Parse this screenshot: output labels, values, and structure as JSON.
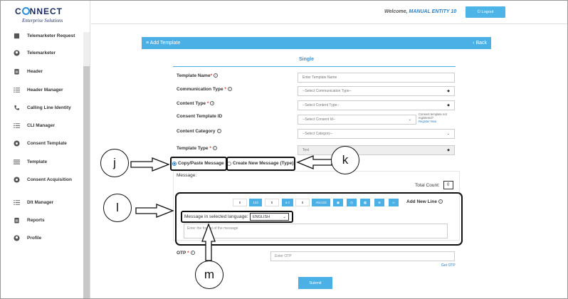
{
  "brand": {
    "name_prefix": "C",
    "name_suffix": "NNECT",
    "tagline": "Enterprise Solutions"
  },
  "header": {
    "welcome_text": "Welcome,",
    "user_name": "MANUAL ENTITY 10",
    "logout_label": "Logout"
  },
  "sidebar": {
    "items": [
      {
        "label": "Telemarketer Request",
        "icon": "check-square-icon"
      },
      {
        "label": "Telemarketer",
        "icon": "user-icon"
      },
      {
        "label": "Header",
        "icon": "clipboard-icon"
      },
      {
        "label": "Header Manager",
        "icon": "list-icon"
      },
      {
        "label": "Calling Line Identity",
        "icon": "phone-icon"
      },
      {
        "label": "CLI Manager",
        "icon": "list-icon"
      },
      {
        "label": "Consent Template",
        "icon": "gear-icon"
      },
      {
        "label": "Template",
        "icon": "menu-icon"
      },
      {
        "label": "Consent Acquisition",
        "icon": "gear-icon"
      },
      {
        "label": "Dlt Manager",
        "icon": "list-icon"
      },
      {
        "label": "Reports",
        "icon": "clipboard-icon"
      },
      {
        "label": "Profile",
        "icon": "user-icon"
      }
    ]
  },
  "panel": {
    "title": "Add Template",
    "back_label": "Back",
    "tab_label": "Single"
  },
  "form": {
    "template_name": {
      "label": "Template Name",
      "required": "*",
      "placeholder": "Enter Template Name"
    },
    "communication_type": {
      "label": "Communication Type",
      "required": "*",
      "value": "--Select Communication Type--"
    },
    "content_type": {
      "label": "Content Type",
      "required": "*",
      "value": "--Select Content Type--"
    },
    "consent_template_id": {
      "label": "Consent Template ID",
      "value": "--Select Consent Id--",
      "note": "Consent template not registered?",
      "register_link": "Register Now"
    },
    "content_category": {
      "label": "Content Category",
      "value": "--Select Category--"
    },
    "template_type": {
      "label": "Template Type",
      "required": "*",
      "value": "Text"
    },
    "radio_copy_paste": "Copy/Paste Message",
    "radio_create_new": "Create New Message (Type)",
    "message_label": "Message:",
    "total_count_label": "Total Count:",
    "total_count_value": "0",
    "toolbar": [
      "5",
      "123",
      "5",
      "a-z",
      "5",
      "Abc123",
      "date",
      "time",
      "grid",
      "globe",
      "link"
    ],
    "add_new_line": "Add New Line",
    "language_label": "Message in selected language:",
    "language_value": "ENGLISH",
    "message_placeholder": "Enter the format of the message",
    "otp_label": "OTP",
    "otp_required": "*",
    "otp_placeholder": "Enter OTP",
    "get_otp": "Get OTP",
    "submit_label": "Submit"
  },
  "annotations": {
    "j": "j",
    "k": "k",
    "l": "l",
    "m": "m"
  },
  "colors": {
    "accent": "#4bb0e6",
    "brand_dark": "#1a2a5e",
    "link": "#2a7fc4"
  }
}
